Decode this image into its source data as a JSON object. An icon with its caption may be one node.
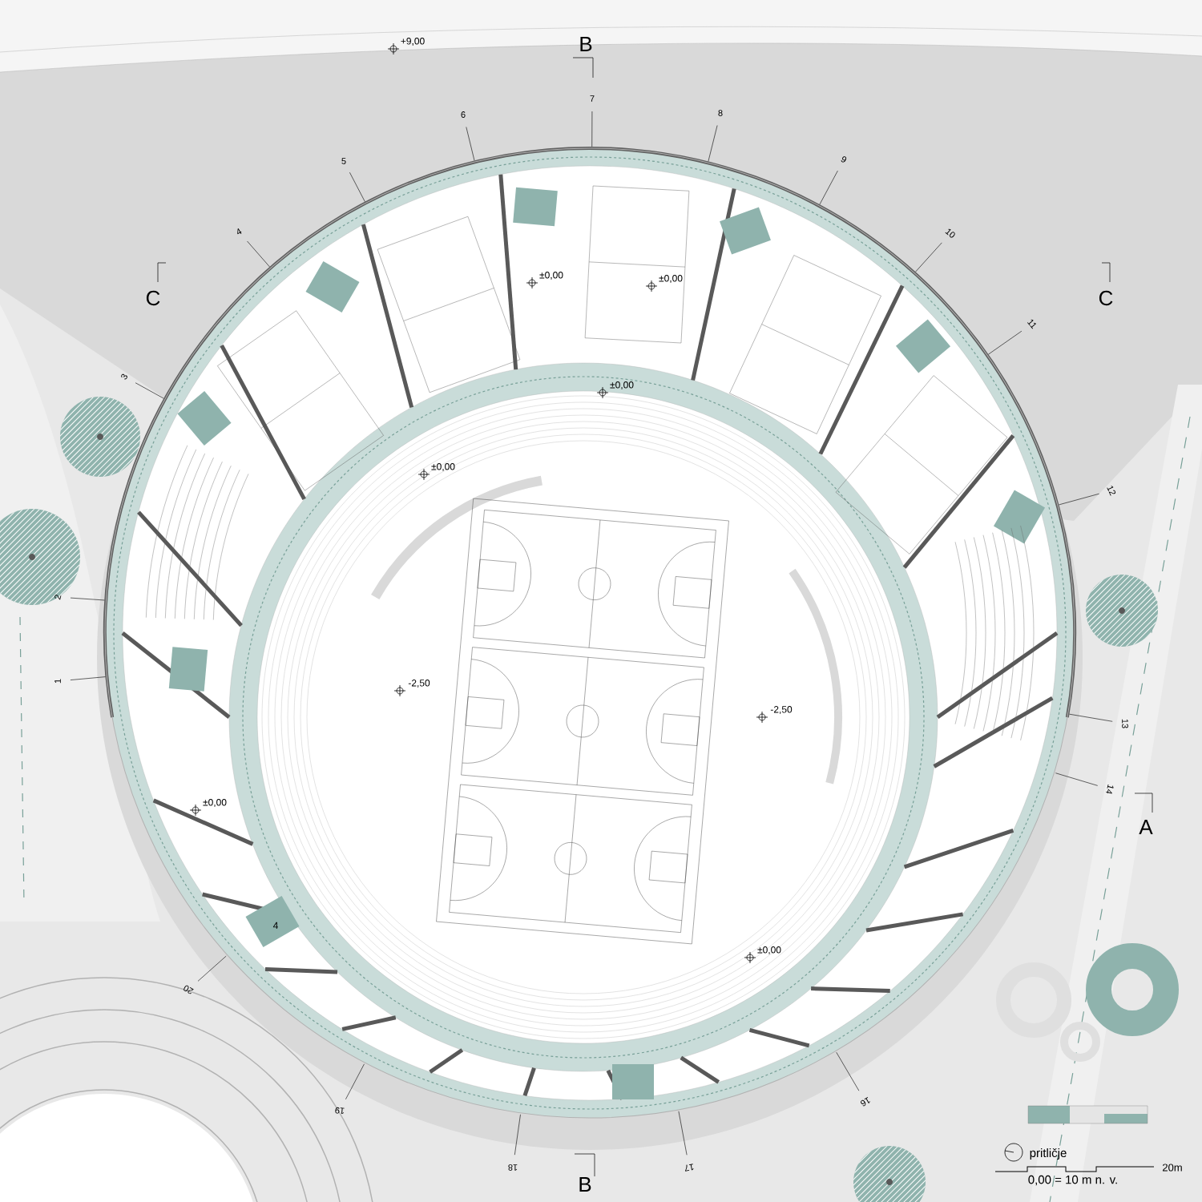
{
  "diagram": {
    "labels": [
      "+9,00",
      "B",
      "7",
      "6",
      "8",
      "5",
      "9",
      "4",
      "10",
      "C",
      "C",
      "±0,00",
      "±0,00",
      "11",
      "3",
      "±0,00",
      "±0,00",
      "12",
      "2",
      "-2,50",
      "1",
      "-2,50",
      "13",
      "14",
      "±0,00",
      "A",
      "4",
      "±0,00",
      "20",
      "16",
      "19",
      "pritličje",
      "18",
      "17",
      "20m",
      "0,00 = 10 m n. v.",
      "B"
    ]
  }
}
